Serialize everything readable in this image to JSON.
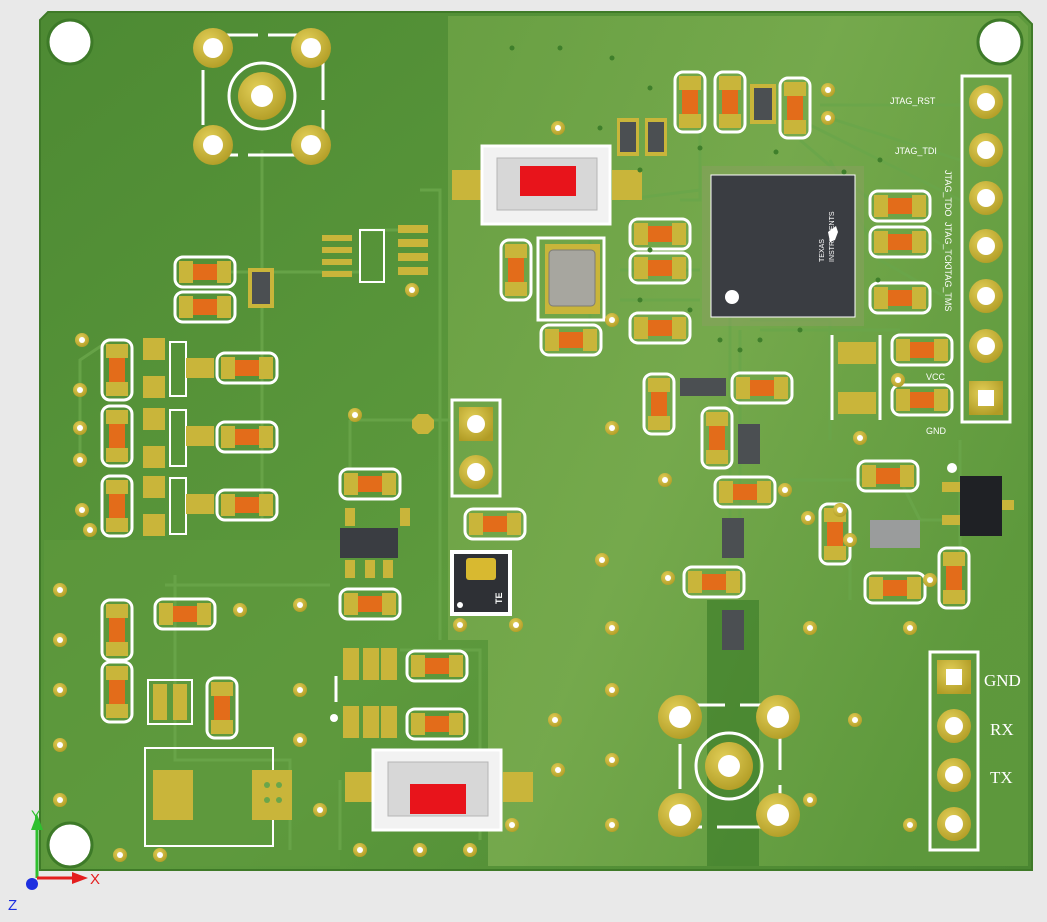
{
  "board": {
    "jtag_labels": [
      "JTAG_RST",
      "JTAG_TDI",
      "JTAG_TDO",
      "JTAG_TCK",
      "JTAG_TMS"
    ],
    "power_labels": [
      "VCC",
      "GND"
    ],
    "uart_labels": [
      "GND",
      "RX",
      "TX"
    ],
    "mcu_brand_line1": "TEXAS",
    "mcu_brand_line2": "INSTRUMENTS",
    "relay_brand": "TE"
  },
  "axes": {
    "x": "X",
    "y": "Y",
    "z": "Z"
  },
  "colors": {
    "board": "#4f8d34",
    "board_light": "#7aab4f",
    "copper_pad": "#c9b53a",
    "solder_mask_trace": "#5e9c3f",
    "smd_body": "#e36c1a",
    "ic_body": "#3a3d42",
    "button_cap": "#e8141b",
    "silkscreen": "#ffffff",
    "axis_x": "#e41e1e",
    "axis_y": "#2ec02e",
    "axis_z": "#1d2fe0"
  }
}
